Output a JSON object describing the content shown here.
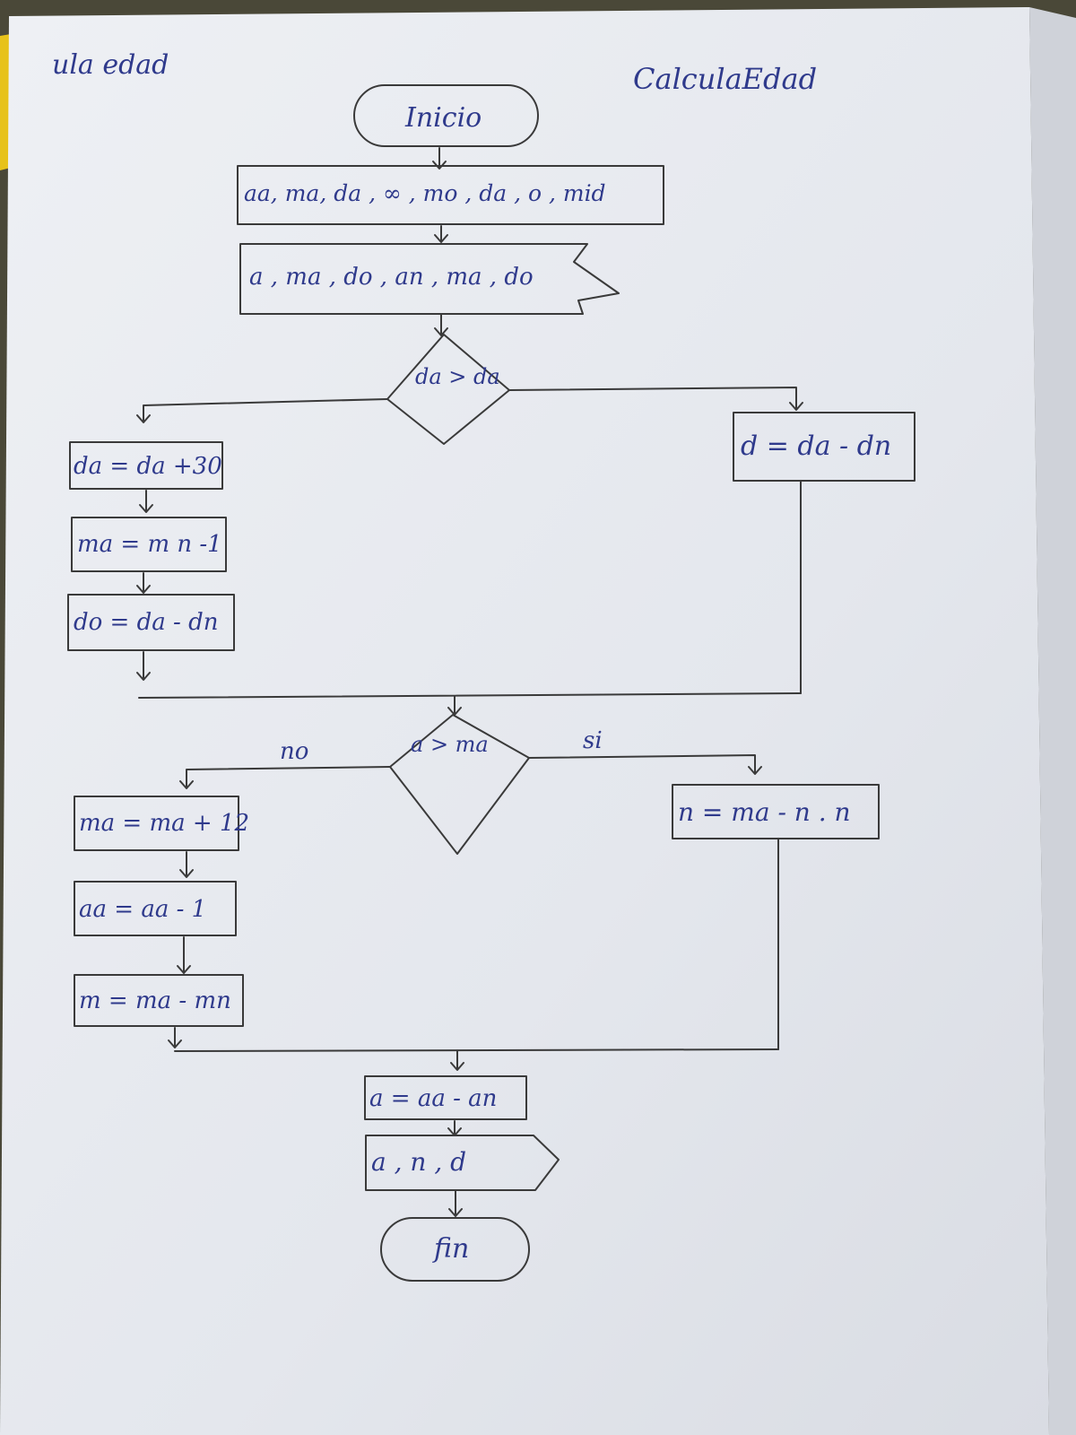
{
  "header": {
    "left_title": "ula edad",
    "right_title": "CalculaEdad"
  },
  "nodes": {
    "start": "Inicio",
    "declare": "aa, ma, da , ∞ , mo , da , o , mid",
    "input": "a , ma , do , an , ma , do",
    "decision1": "da > da",
    "left1_a": "da = da +30",
    "left1_b": "ma = m n -1",
    "left1_c": "do = da - dn",
    "right1": "d = da - dn",
    "decision2": "a > ma",
    "decision2_no": "no",
    "decision2_yes": "si",
    "left2_a": "ma = ma + 12",
    "left2_b": "aa = aa - 1",
    "left2_c": "m = ma - mn",
    "right2": "n = ma - n . n",
    "calc": "a = aa - an",
    "output": "a , n , d",
    "end": "fin"
  },
  "colors": {
    "ink": "#2f3a8c",
    "line": "#3a3a3a",
    "paper": "#e9ecf1",
    "tab": "#e7c21a"
  }
}
